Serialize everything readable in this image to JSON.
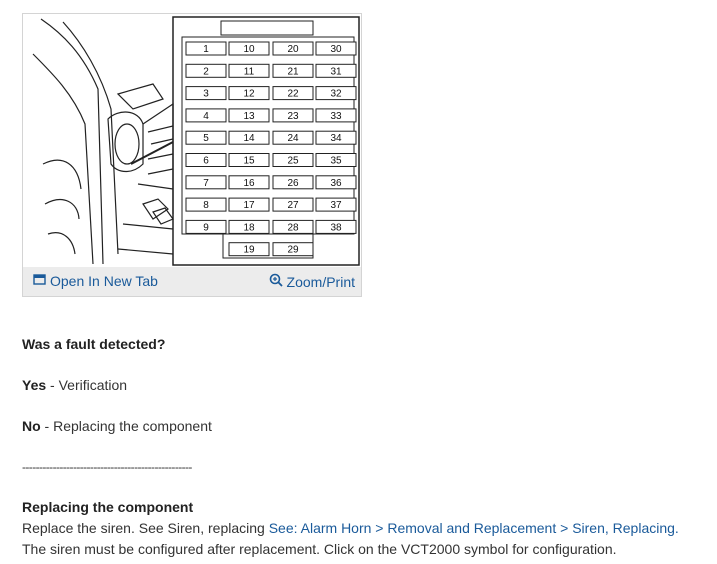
{
  "figure": {
    "fuse_columns": [
      [
        "1",
        "2",
        "3",
        "4",
        "5",
        "6",
        "7",
        "8",
        "9"
      ],
      [
        "10",
        "11",
        "12",
        "13",
        "14",
        "15",
        "16",
        "17",
        "18",
        "19"
      ],
      [
        "20",
        "21",
        "22",
        "23",
        "24",
        "25",
        "26",
        "27",
        "28",
        "29"
      ],
      [
        "30",
        "31",
        "32",
        "33",
        "34",
        "35",
        "36",
        "37",
        "38"
      ]
    ],
    "open_tab_label": "Open In New Tab",
    "zoom_label": "Zoom/Print",
    "colors": {
      "link": "#1a5a9a",
      "toolbar_bg": "#ececec",
      "diagram_stroke": "#222222"
    }
  },
  "question": {
    "text": "Was a fault detected?"
  },
  "answers": {
    "yes": {
      "label": "Yes",
      "separator": " - ",
      "text": "Verification"
    },
    "no": {
      "label": "No",
      "separator": " - ",
      "text": "Replacing the component"
    }
  },
  "divider": {
    "text": "--------------------------------------------------"
  },
  "section": {
    "heading": "Replacing the component",
    "line1_text": "Replace the siren. See Siren, replacing ",
    "line1_link": "See: Alarm Horn > Removal and Replacement > Siren, Replacing.",
    "line2_text": "The siren must be configured after replacement. Click on the VCT2000 symbol for configuration."
  }
}
